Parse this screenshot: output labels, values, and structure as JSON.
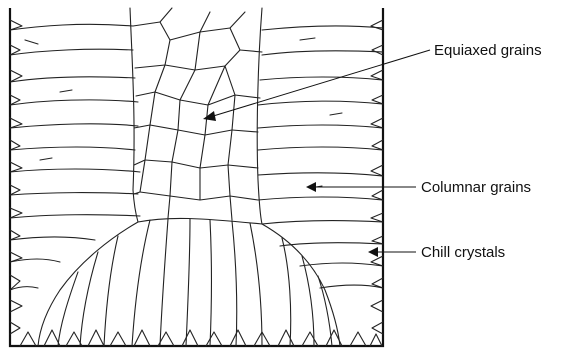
{
  "labels": {
    "equiaxed": "Equiaxed grains",
    "columnar": "Columnar grains",
    "chill": "Chill crystals"
  },
  "colors": {
    "line": "#222222",
    "background": "#ffffff"
  }
}
